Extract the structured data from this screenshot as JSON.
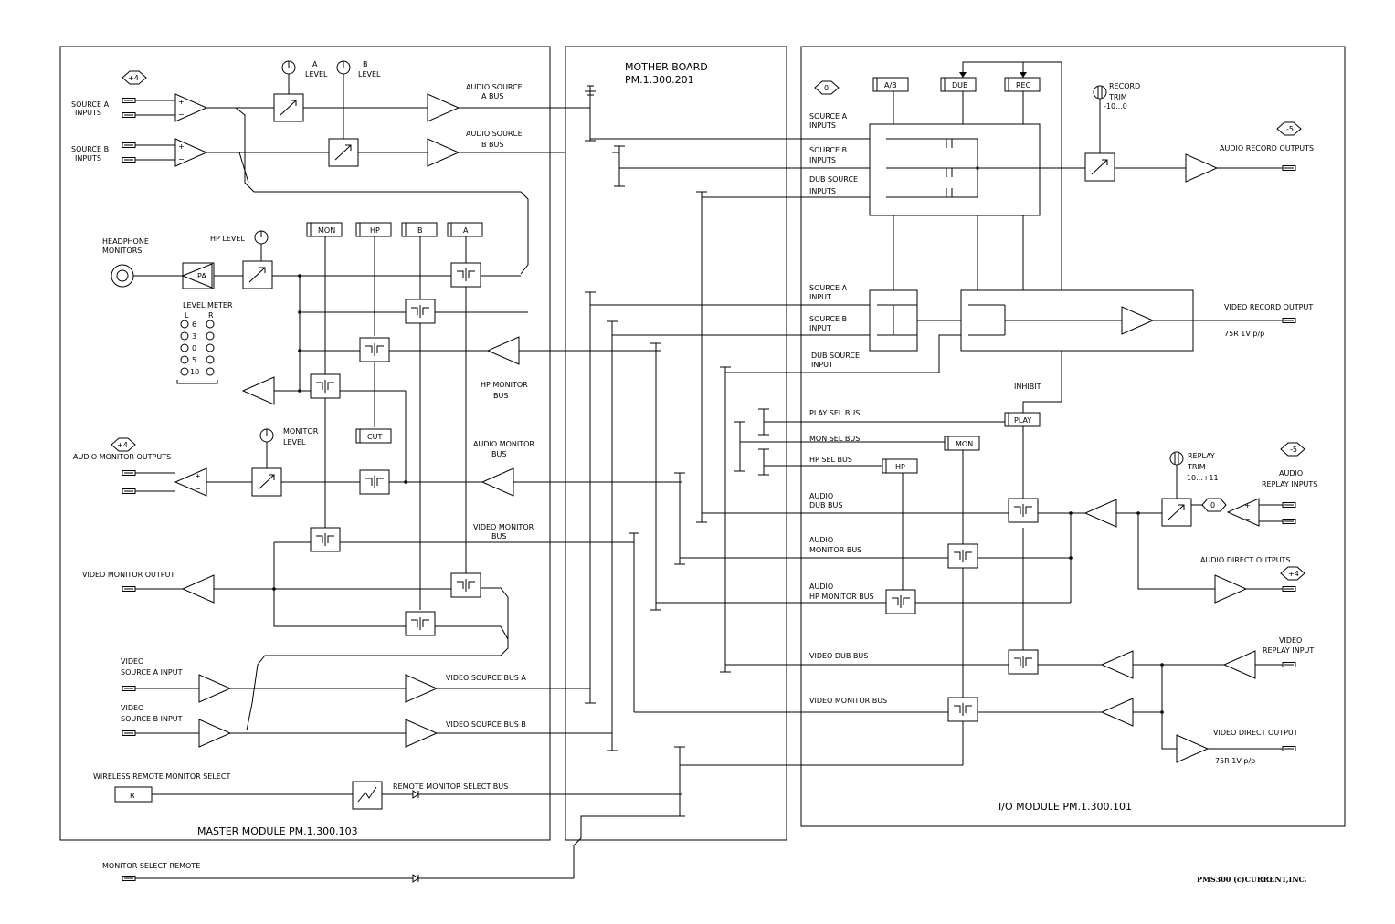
{
  "modules": {
    "master": "MASTER MODULE PM.1.300.103",
    "mother": [
      "MOTHER BOARD",
      "PM.1.300.201"
    ],
    "io": "I/O MODULE PM.1.300.101"
  },
  "credit": "PMS300 (c)CURRENT,INC.",
  "master": {
    "source_a_inputs": [
      "SOURCE A",
      "INPUTS"
    ],
    "source_b_inputs": [
      "SOURCE B",
      "INPUTS"
    ],
    "gain_in": "+4",
    "a_level": [
      "A",
      "LEVEL"
    ],
    "b_level": [
      "B",
      "LEVEL"
    ],
    "audio_source_a_bus": [
      "AUDIO SOURCE",
      "A BUS"
    ],
    "audio_source_b_bus": [
      "AUDIO SOURCE",
      "B BUS"
    ],
    "headphone_monitors": [
      "HEADPHONE",
      "MONITORS"
    ],
    "hp_level": "HP LEVEL",
    "pa": "PA",
    "sel_buttons": [
      "MON",
      "HP",
      "B",
      "A"
    ],
    "level_meter": "LEVEL METER",
    "meter_lr": [
      "L",
      "R"
    ],
    "meter_scale": [
      "6",
      "3",
      "0",
      "5",
      "10"
    ],
    "hp_monitor_bus": [
      "HP MONITOR",
      "BUS"
    ],
    "gain_out": "+4",
    "audio_monitor_outputs": "AUDIO MONITOR OUTPUTS",
    "monitor_level": [
      "MONITOR",
      "LEVEL"
    ],
    "cut": "CUT",
    "audio_monitor_bus": [
      "AUDIO MONITOR",
      "BUS"
    ],
    "video_monitor_bus": [
      "VIDEO MONITOR",
      "BUS"
    ],
    "video_monitor_output": "VIDEO MONITOR OUTPUT",
    "video_source_a_input": [
      "VIDEO",
      "SOURCE A INPUT"
    ],
    "video_source_b_input": [
      "VIDEO",
      "SOURCE B INPUT"
    ],
    "video_source_bus_a": "VIDEO SOURCE BUS A",
    "video_source_bus_b": "VIDEO SOURCE BUS B",
    "wireless_remote": "WIRELESS REMOTE MONITOR SELECT",
    "r_label": "R",
    "remote_monitor_select_bus": "REMOTE MONITOR SELECT BUS",
    "monitor_select_remote": "MONITOR SELECT REMOTE",
    "plus": "+",
    "minus": "−"
  },
  "io": {
    "gain_zero": "0",
    "buttons_top": [
      "A/B",
      "DUB",
      "REC"
    ],
    "source_a_inputs": [
      "SOURCE A",
      "INPUTS"
    ],
    "source_b_inputs": [
      "SOURCE B",
      "INPUTS"
    ],
    "dub_source_inputs": [
      "DUB SOURCE",
      "INPUTS"
    ],
    "record_trim": [
      "RECORD",
      "TRIM",
      "-10...0"
    ],
    "gain_rec": "-5",
    "audio_record_outputs": "AUDIO RECORD OUTPUTS",
    "source_a_input": [
      "SOURCE A",
      "INPUT"
    ],
    "source_b_input": [
      "SOURCE B",
      "INPUT"
    ],
    "dub_source_input": [
      "DUB SOURCE",
      "INPUT"
    ],
    "video_record_output": "VIDEO RECORD OUTPUT",
    "video_spec_1": "75R 1V p/p",
    "inhibit": "INHIBIT",
    "play_sel_bus": "PLAY SEL BUS",
    "play": "PLAY",
    "mon_sel_bus": "MON SEL BUS",
    "mon": "MON",
    "hp_sel_bus": "HP SEL BUS",
    "hp": "HP",
    "replay_trim": [
      "REPLAY",
      "TRIM",
      "-10...+11"
    ],
    "gain_replay": "-5",
    "audio_replay_inputs": [
      "AUDIO",
      "REPLAY INPUTS"
    ],
    "audio_dub_bus": [
      "AUDIO",
      "DUB BUS"
    ],
    "audio_monitor_bus": [
      "AUDIO",
      "MONITOR BUS"
    ],
    "audio_direct_outputs": "AUDIO DIRECT OUTPUTS",
    "gain_direct": "+4",
    "audio_hp_monitor_bus": [
      "AUDIO",
      "HP MONITOR BUS"
    ],
    "video_replay_input": [
      "VIDEO",
      "REPLAY INPUT"
    ],
    "video_dub_bus": "VIDEO DUB BUS",
    "video_monitor_bus": "VIDEO MONITOR BUS",
    "video_direct_output": "VIDEO DIRECT OUTPUT",
    "video_spec_2": "75R 1V p/p"
  }
}
